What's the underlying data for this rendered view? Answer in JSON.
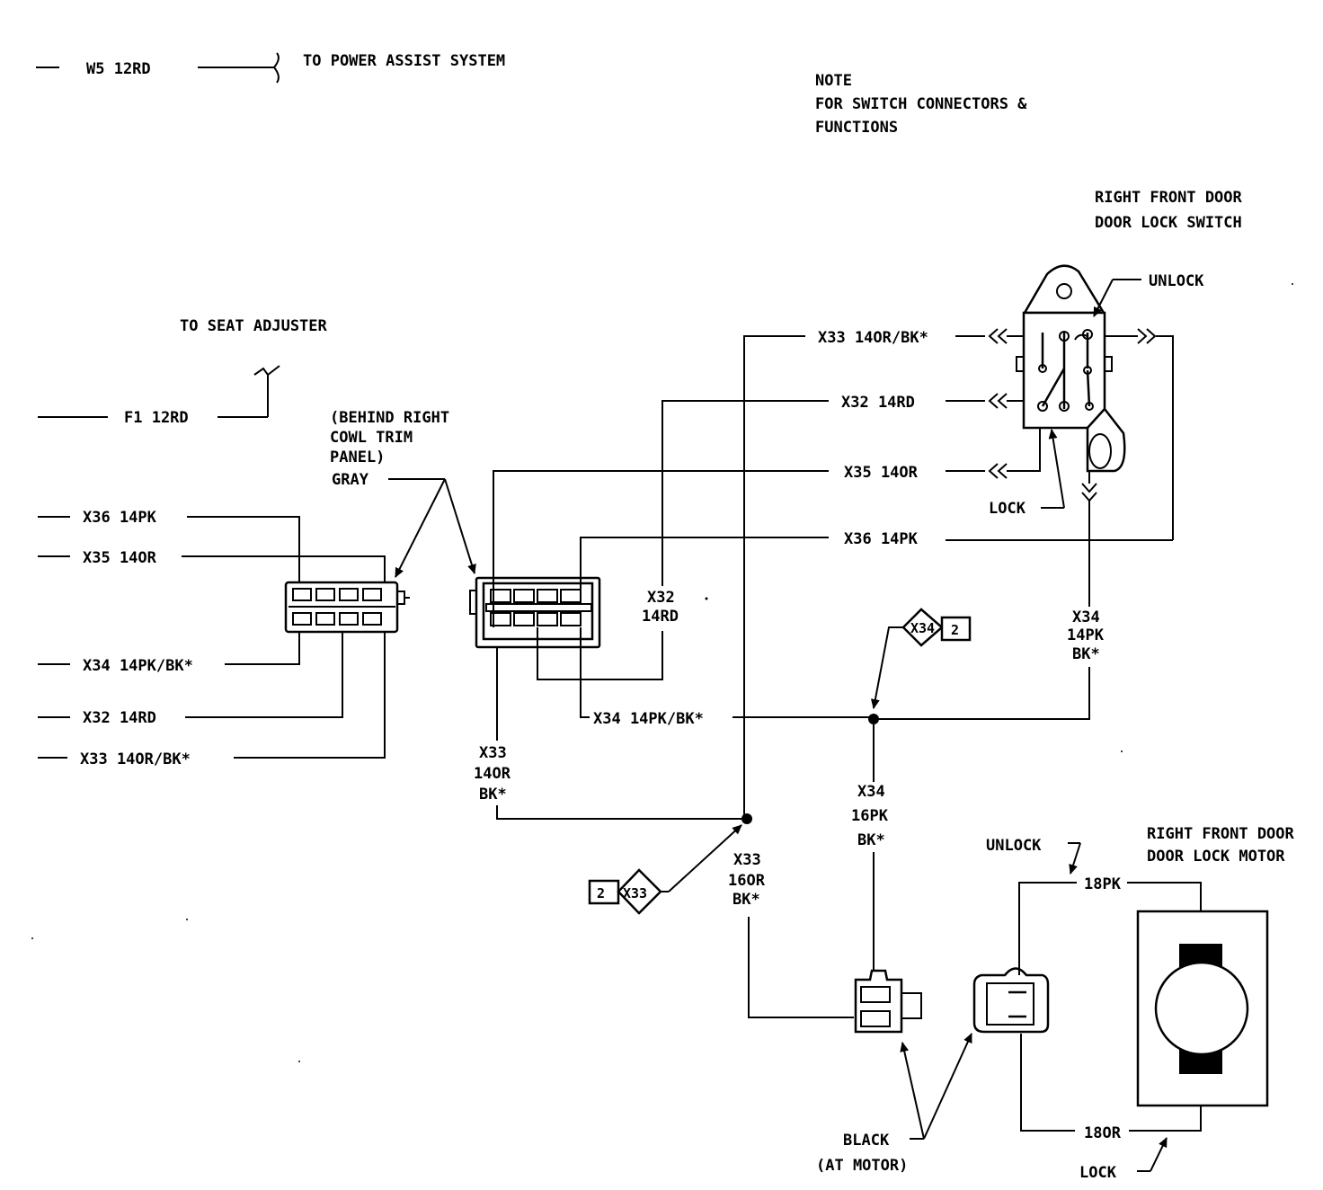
{
  "labels": {
    "w5": "W5 12RD",
    "power_assist": "TO POWER ASSIST SYSTEM",
    "note1": "NOTE",
    "note2": "FOR SWITCH CONNECTORS &",
    "note3": "FUNCTIONS",
    "switch_title1": "RIGHT FRONT DOOR",
    "switch_title2": "DOOR LOCK SWITCH",
    "unlock_switch": "UNLOCK",
    "lock_switch": "LOCK",
    "seat_adjuster": "TO SEAT ADJUSTER",
    "f1": "F1 12RD",
    "cowl1": "(BEHIND RIGHT",
    "cowl2": "COWL TRIM",
    "cowl3": "PANEL)",
    "cowl4": "GRAY",
    "left_x36": "X36 14PK",
    "left_x35": "X35 14OR",
    "left_x34": "X34 14PK/BK*",
    "left_x32": "X32 14RD",
    "left_x33": "X33 14OR/BK*",
    "top_x33": "X33 14OR/BK*",
    "top_x32": "X32 14RD",
    "top_x35": "X35 14OR",
    "top_x36": "X36 14PK",
    "mid_x32_a": "X32",
    "mid_x32_b": "14RD",
    "mid_x34": "X34 14PK/BK*",
    "sw_x34_a": "X34",
    "sw_x34_b": "14PK",
    "sw_x34_c": "BK*",
    "splice_x34_id": "X34",
    "splice_x34_num": "2",
    "splice_x33_id": "X33",
    "splice_x33_num": "2",
    "low_x33_a": "X33",
    "low_x33_b": "14OR",
    "low_x33_c": "BK*",
    "bot_x33_a": "X33",
    "bot_x33_b": "16OR",
    "bot_x33_c": "BK*",
    "bot_x34_a": "X34",
    "bot_x34_b": "16PK",
    "bot_x34_c": "BK*",
    "unlock_motor": "UNLOCK",
    "motor_pk": "18PK",
    "motor_or": "18OR",
    "lock_motor": "LOCK",
    "motor_title1": "RIGHT FRONT DOOR",
    "motor_title2": "DOOR LOCK MOTOR",
    "black1": "BLACK",
    "black2": "(AT MOTOR)"
  }
}
